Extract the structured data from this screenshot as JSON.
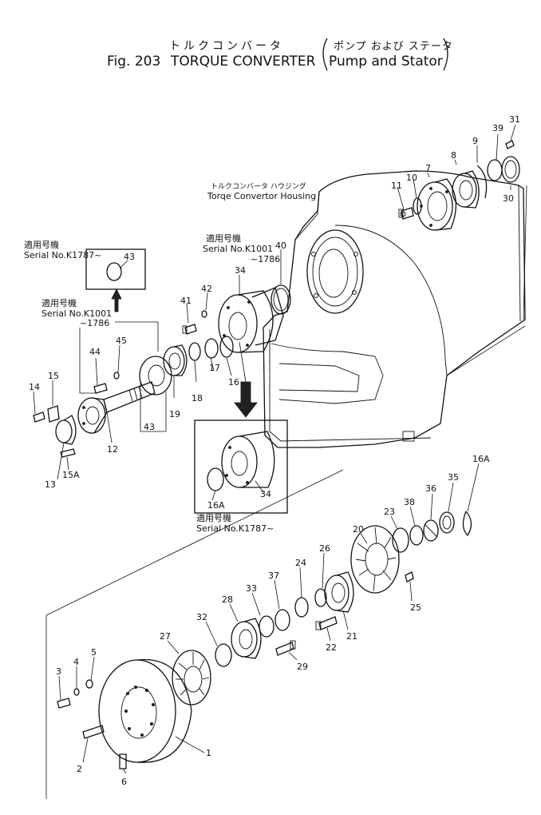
{
  "title": {
    "japanese": "トルクコンバータ",
    "japanese_sub": "ポンプ および ステータ",
    "figure": "Fig. 203",
    "name": "TORQUE CONVERTER",
    "sub": "Pump and Stator"
  },
  "housing_label": {
    "japanese": "トルクコンバータ ハウジング",
    "english": "Torqe Convertor Housing"
  },
  "serial_notes": {
    "box_43": {
      "jp": "適用号機",
      "serial": "Serial No.K1787~"
    },
    "box_44": {
      "jp": "適用号機",
      "serial": "Serial No.K1001",
      "range": "~1786"
    },
    "box_34_40": {
      "jp": "適用号機",
      "serial": "Serial No.K1001",
      "range": "~1786"
    },
    "box_34_lower": {
      "jp": "適用号機",
      "serial": "Serial No.K1787~"
    }
  },
  "part_numbers": {
    "p1": "1",
    "p2": "2",
    "p3": "3",
    "p4": "4",
    "p5": "5",
    "p6": "6",
    "p7": "7",
    "p8": "8",
    "p9": "9",
    "p10": "10",
    "p11": "11",
    "p12": "12",
    "p13": "13",
    "p14": "14",
    "p15": "15",
    "p15a": "15A",
    "p16": "16",
    "p16a_lower": "16A",
    "p16a_right": "16A",
    "p17": "17",
    "p18": "18",
    "p19": "19",
    "p20": "20",
    "p21": "21",
    "p22": "22",
    "p23": "23",
    "p24": "24",
    "p25": "25",
    "p26": "26",
    "p27": "27",
    "p28": "28",
    "p29": "29",
    "p30": "30",
    "p31": "31",
    "p32": "32",
    "p33": "33",
    "p34": "34",
    "p34_lower": "34",
    "p35": "35",
    "p36": "36",
    "p37": "37",
    "p38": "38",
    "p39": "39",
    "p40": "40",
    "p41": "41",
    "p42": "42",
    "p43_top": "43",
    "p43_bottom": "43",
    "p44": "44",
    "p45": "45"
  }
}
